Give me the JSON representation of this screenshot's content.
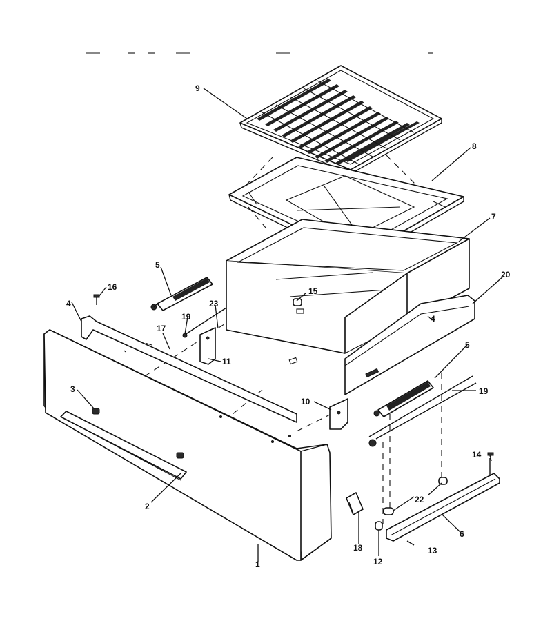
{
  "diagram": {
    "callouts": {
      "c1": "1",
      "c2": "2",
      "c3": "3",
      "c4a": "4",
      "c4b": "4",
      "c5a": "5",
      "c5b": "5",
      "c6": "6",
      "c7": "7",
      "c8": "8",
      "c9": "9",
      "c10": "10",
      "c11": "11",
      "c12": "12",
      "c13": "13",
      "c14": "14",
      "c15": "15",
      "c16": "16",
      "c17": "17",
      "c18": "18",
      "c19a": "19",
      "c19b": "19",
      "c20": "20",
      "c22": "22",
      "c23": "23"
    }
  }
}
